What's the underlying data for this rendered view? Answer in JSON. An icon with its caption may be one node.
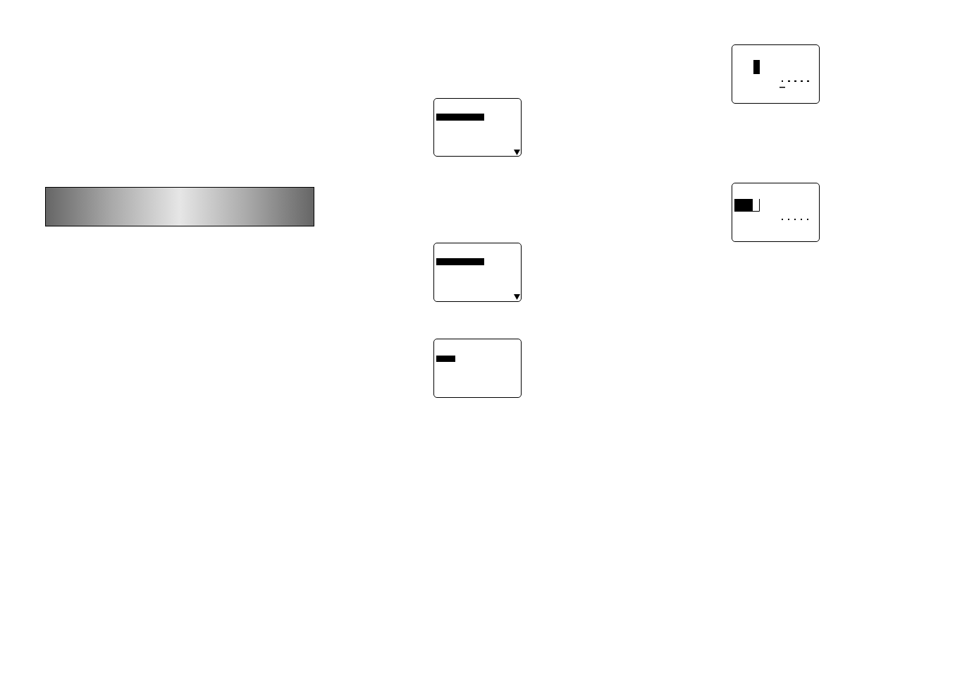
{
  "diagram": {
    "nodes": [
      {
        "text": [],
        "shape": "bar"
      },
      {
        "text": [],
        "shape": "box"
      },
      {
        "text": [],
        "shape": "box"
      },
      {
        "text": [],
        "shape": "box"
      },
      {
        "text": [],
        "shape": "box"
      },
      {
        "text": [],
        "shape": "box"
      }
    ]
  }
}
